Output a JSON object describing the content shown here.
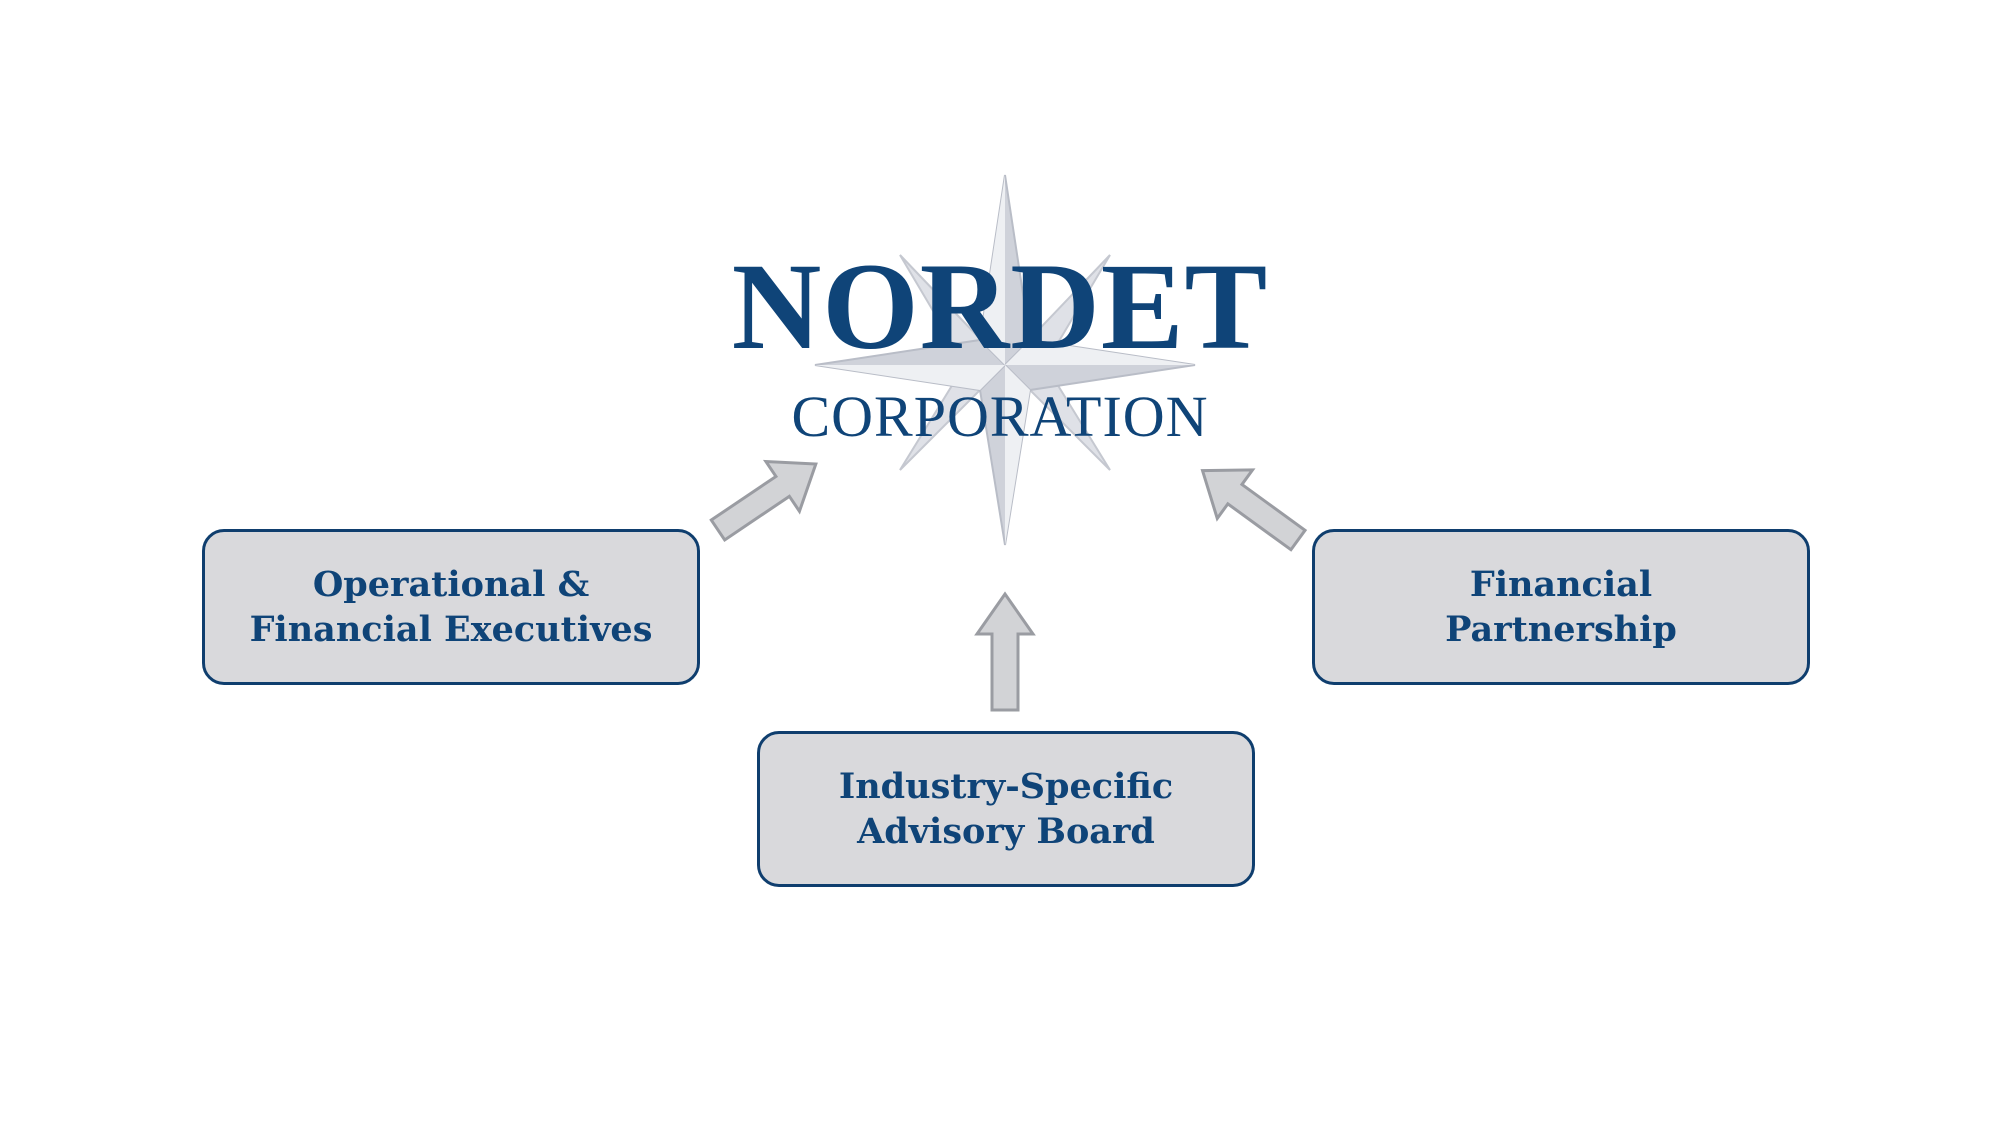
{
  "logo": {
    "name": "NORDET",
    "subtitle": "CORPORATION"
  },
  "boxes": {
    "left": {
      "line1": "Operational &",
      "line2": "Financial Executives"
    },
    "right": {
      "line1": "Financial",
      "line2": "Partnership"
    },
    "center": {
      "line1": "Industry-Specific",
      "line2": "Advisory Board"
    }
  },
  "colors": {
    "navy": "#0f4478",
    "box_fill": "#d9d9dc",
    "box_border": "#0f3e6e",
    "arrow_fill": "#d2d3d6",
    "arrow_stroke": "#9a9ca2",
    "star": "#c9ccd4"
  }
}
